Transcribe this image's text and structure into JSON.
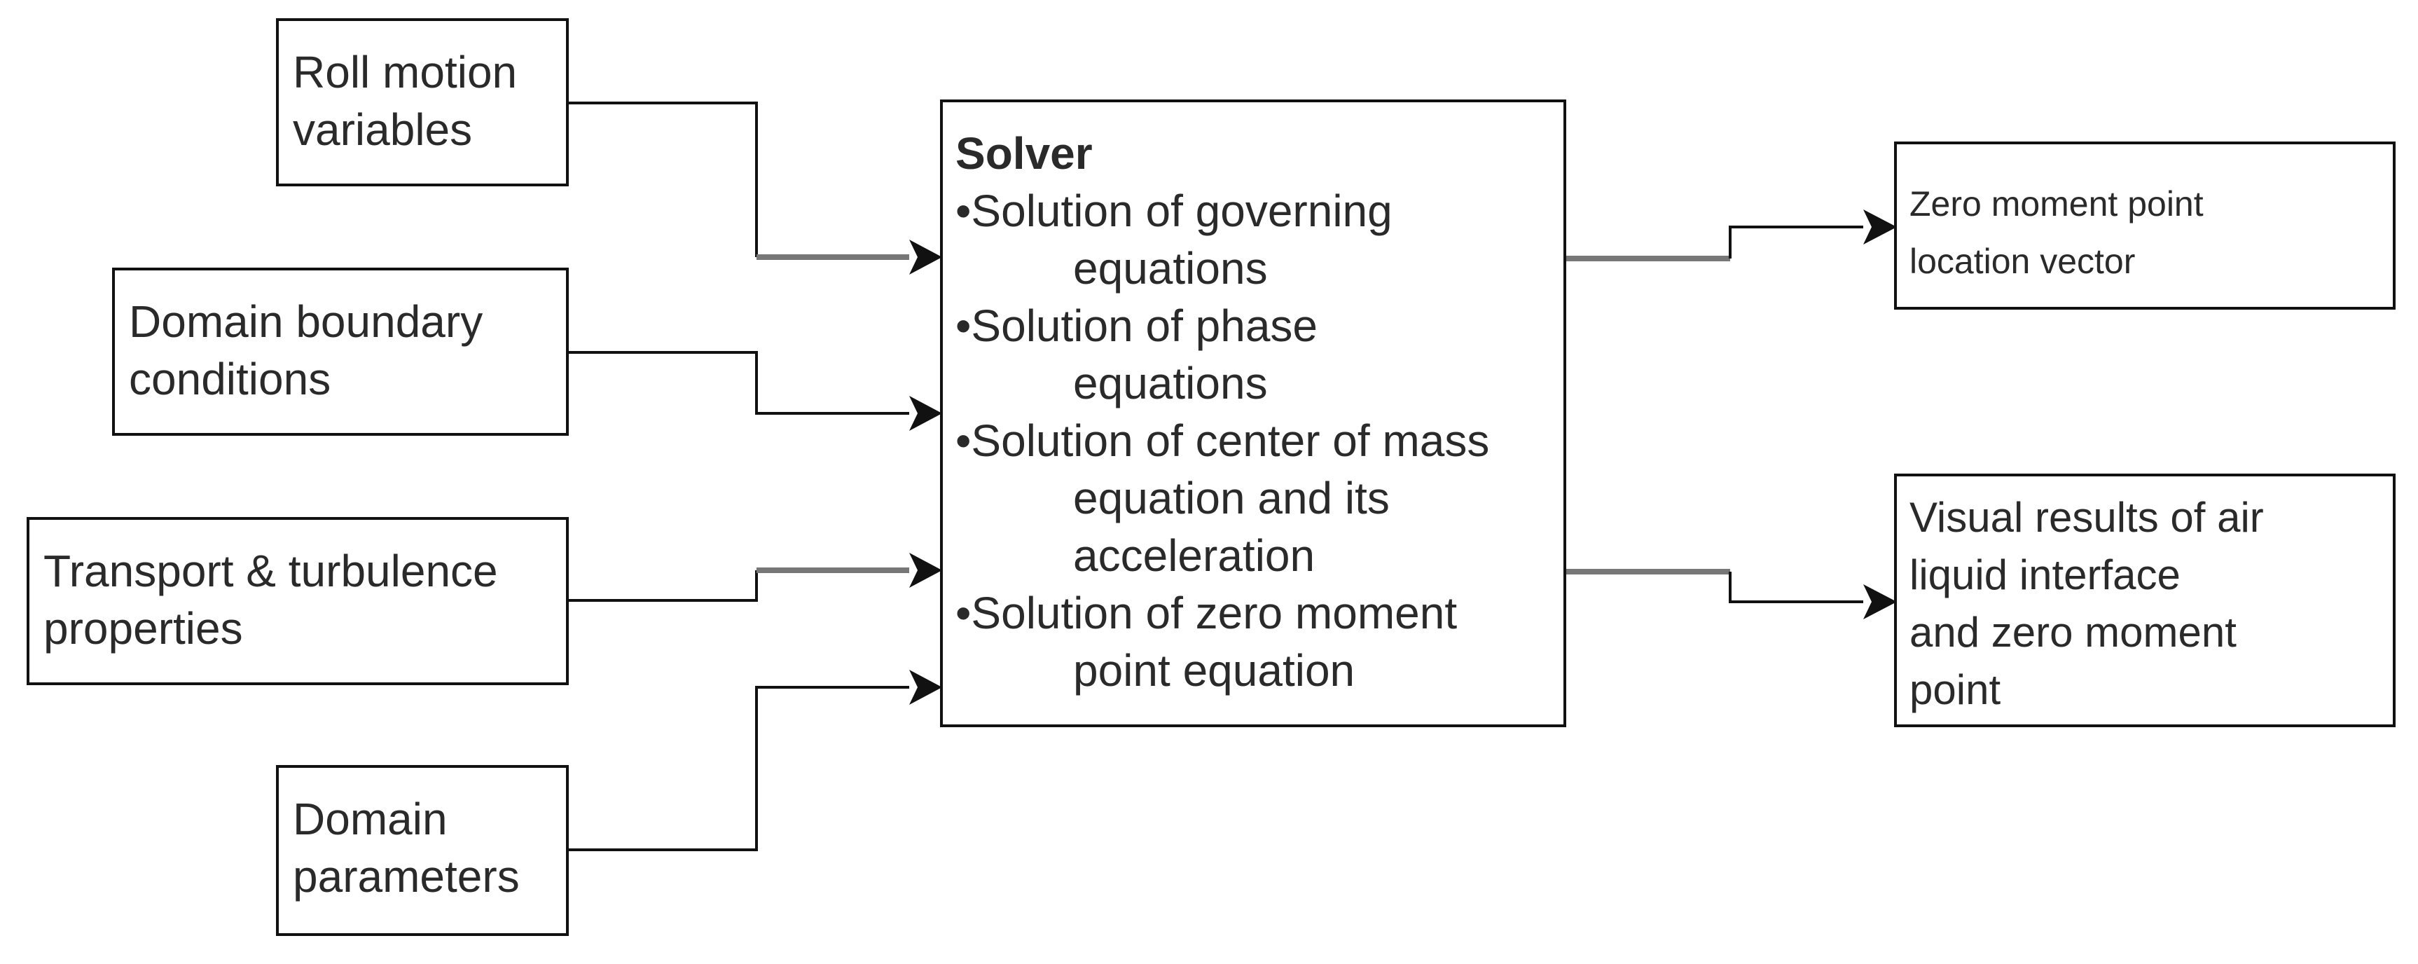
{
  "inputs": [
    {
      "lines": [
        "Roll motion",
        "variables"
      ]
    },
    {
      "lines": [
        "Domain boundary",
        "conditions"
      ]
    },
    {
      "lines": [
        "Transport & turbulence",
        "properties"
      ]
    },
    {
      "lines": [
        "Domain",
        "parameters"
      ]
    }
  ],
  "solver": {
    "title": "Solver",
    "bullets": [
      {
        "first": "•Solution of governing",
        "rest": [
          "equations"
        ]
      },
      {
        "first": "•Solution of phase",
        "rest": [
          "equations"
        ]
      },
      {
        "first": "•Solution of center of mass",
        "rest": [
          "equation and its",
          "acceleration"
        ]
      },
      {
        "first": "•Solution of zero moment",
        "rest": [
          "point equation"
        ]
      }
    ]
  },
  "outputs": [
    {
      "lines": [
        "Zero moment point",
        "location vector"
      ]
    },
    {
      "lines": [
        "Visual results of air",
        "liquid interface",
        "and zero moment",
        "point"
      ]
    }
  ]
}
